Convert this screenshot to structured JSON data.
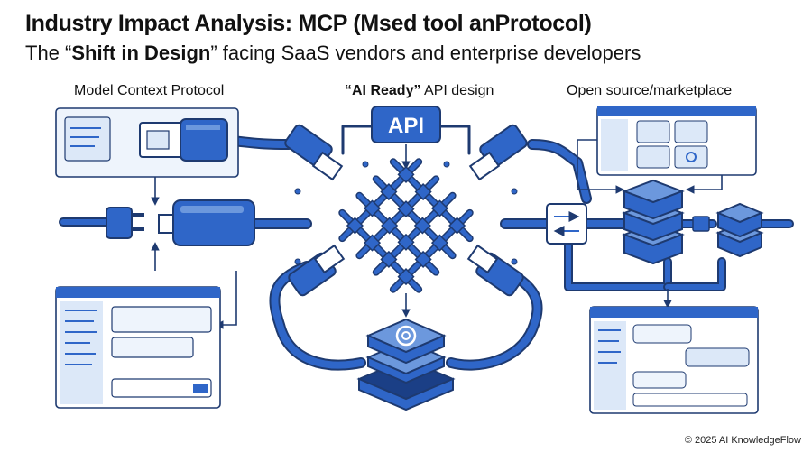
{
  "title": "Industry Impact Analysis: MCP (Msed tool anProtocol)",
  "subtitle": {
    "prefix": "The “",
    "bold": "Shift in Design",
    "suffix": "” facing SaaS vendors and enterprise developers"
  },
  "columns": {
    "left": "Model Context Protocol",
    "center_bold": "“AI Ready”",
    "center_rest": " API design",
    "right": "Open source/marketplace"
  },
  "api_badge": "API",
  "footer": "© 2025 AI KnowledgeFlow",
  "colors": {
    "primary": "#2f66c8",
    "light": "#dce8f8",
    "dark": "#1b3f86",
    "stroke": "#1e3a70"
  }
}
